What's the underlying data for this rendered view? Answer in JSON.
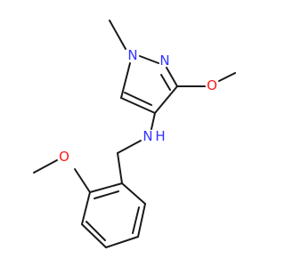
{
  "molecule": {
    "atoms": {
      "n1": {
        "symbol": "N",
        "color": "#3333ff"
      },
      "n2": {
        "symbol": "N",
        "color": "#3333ff"
      },
      "o_pyrazole": {
        "symbol": "O",
        "color": "#ff1a1a"
      },
      "nh": {
        "symbol": "N",
        "h": "H",
        "color": "#3333ff"
      },
      "o_benzyl": {
        "symbol": "O",
        "color": "#ff1a1a"
      }
    },
    "bond_color": "#1a1a1a",
    "background": "#ffffff"
  }
}
